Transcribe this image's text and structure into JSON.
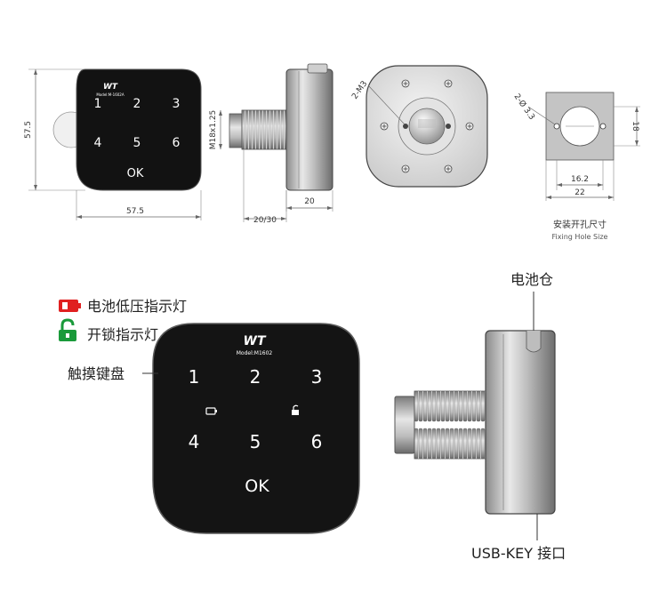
{
  "brand": "WT",
  "model_small": "Model:M-1602A",
  "model_large": "Model:M1602",
  "keypad": [
    "1",
    "2",
    "3",
    "4",
    "5",
    "6",
    "OK"
  ],
  "dimensions": {
    "height": "57.5",
    "width": "57.5",
    "thread": "M18x1.25",
    "shaft_length": "20/30",
    "body_depth": "20",
    "screw": "2-M3",
    "hole_dia": "2-Ø 3.3",
    "hole_height": "18",
    "hole_spacing": "16.2",
    "hole_width": "22"
  },
  "fixing_hole": {
    "title_cn": "安装开孔尺寸",
    "title_en": "Fixing Hole Size"
  },
  "callouts": {
    "battery_low": "电池低压指示灯",
    "unlock": "开锁指示灯",
    "touch_keypad": "触摸键盘",
    "battery_compartment": "电池仓",
    "usb_key": "USB-KEY 接口"
  },
  "colors": {
    "battery_icon": "#e02020",
    "unlock_icon": "#1a9a3a",
    "keypad_face": "#141414"
  }
}
